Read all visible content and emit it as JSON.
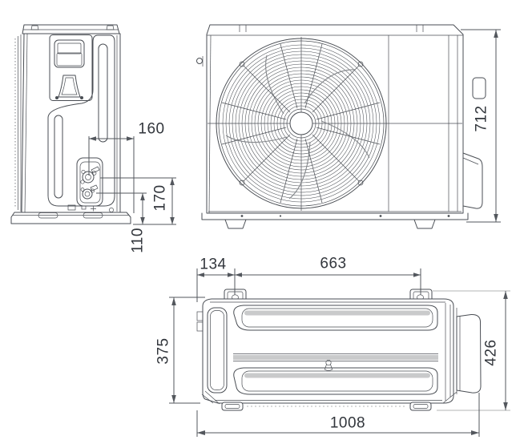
{
  "views": {
    "side": {
      "dims": {
        "valve_to_edge": "160",
        "upper_valve_height": "170",
        "lower_valve_height": "110"
      }
    },
    "front": {
      "dims": {
        "overall_height": "712"
      }
    },
    "top": {
      "dims": {
        "edge_to_mount_hole": "134",
        "mount_hole_spacing": "663",
        "body_depth": "375",
        "overall_depth": "426",
        "overall_width": "1008"
      }
    }
  },
  "colors": {
    "line": "#4a4e54",
    "dim_line": "#53575d",
    "text": "#32363c",
    "shade": "#c9cacb",
    "light_line": "#b3b4b6",
    "background": "#ffffff"
  }
}
